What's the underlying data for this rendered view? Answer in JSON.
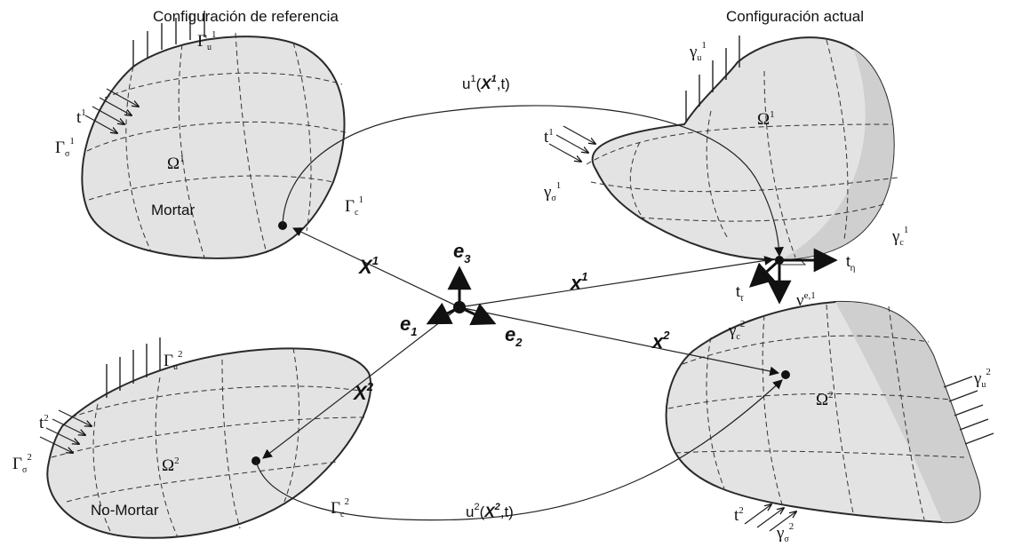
{
  "titles": {
    "reference": "Configuración de referencia",
    "current": "Configuración actual"
  },
  "body1_ref": {
    "gamma_u": {
      "base": "Γ",
      "sub": "u",
      "sup": "1"
    },
    "gamma_sigma": {
      "base": "Γ",
      "sub": "σ",
      "sup": "1"
    },
    "gamma_c": {
      "base": "Γ",
      "sub": "c",
      "sup": "1"
    },
    "omega": {
      "base": "Ω",
      "sup": "1"
    },
    "traction": {
      "base": "t",
      "sup": "1"
    },
    "name": "Mortar"
  },
  "body2_ref": {
    "gamma_u": {
      "base": "Γ",
      "sub": "u",
      "sup": "2"
    },
    "gamma_sigma": {
      "base": "Γ",
      "sub": "σ",
      "sup": "2"
    },
    "gamma_c": {
      "base": "Γ",
      "sub": "c",
      "sup": "2"
    },
    "omega": {
      "base": "Ω",
      "sup": "2"
    },
    "traction": {
      "base": "t",
      "sup": "2"
    },
    "name": "No-Mortar"
  },
  "body1_cur": {
    "gamma_u": {
      "base": "γ",
      "sub": "u",
      "sup": "1"
    },
    "gamma_sigma": {
      "base": "γ",
      "sub": "σ",
      "sup": "1"
    },
    "gamma_c": {
      "base": "γ",
      "sub": "c",
      "sup": "1"
    },
    "omega": {
      "base": "Ω",
      "sup": "1"
    },
    "traction": {
      "base": "t",
      "sup": "1"
    }
  },
  "body2_cur": {
    "gamma_u": {
      "base": "γ",
      "sub": "u",
      "sup": "2"
    },
    "gamma_sigma": {
      "base": "γ",
      "sub": "σ",
      "sup": "2"
    },
    "gamma_c": {
      "base": "γ",
      "sub": "c",
      "sup": "2"
    },
    "omega": {
      "base": "Ω",
      "sup": "2"
    },
    "traction": {
      "base": "t",
      "sup": "2"
    }
  },
  "maps": {
    "u1": {
      "pre": "u",
      "sup": "1",
      "open": "(",
      "arg": "X",
      "argsup": "1",
      "post": ",t)"
    },
    "u2": {
      "pre": "u",
      "sup": "2",
      "open": "(",
      "arg": "X",
      "argsup": "2",
      "post": ",t)"
    }
  },
  "position_vectors": {
    "X1": {
      "base": "X",
      "sup": "1"
    },
    "X2": {
      "base": "X",
      "sup": "2"
    },
    "x1": {
      "base": "x",
      "sup": "1"
    },
    "x2": {
      "base": "x",
      "sup": "2"
    }
  },
  "basis": {
    "e1": {
      "base": "e",
      "sub": "1"
    },
    "e2": {
      "base": "e",
      "sub": "2"
    },
    "e3": {
      "base": "e",
      "sub": "3"
    }
  },
  "contact_frame": {
    "t_eta": {
      "base": "t",
      "sub": "η"
    },
    "t_tau": {
      "base": "t",
      "sub": "τ"
    },
    "normal": {
      "base": "ν",
      "sup": "e,1"
    }
  }
}
